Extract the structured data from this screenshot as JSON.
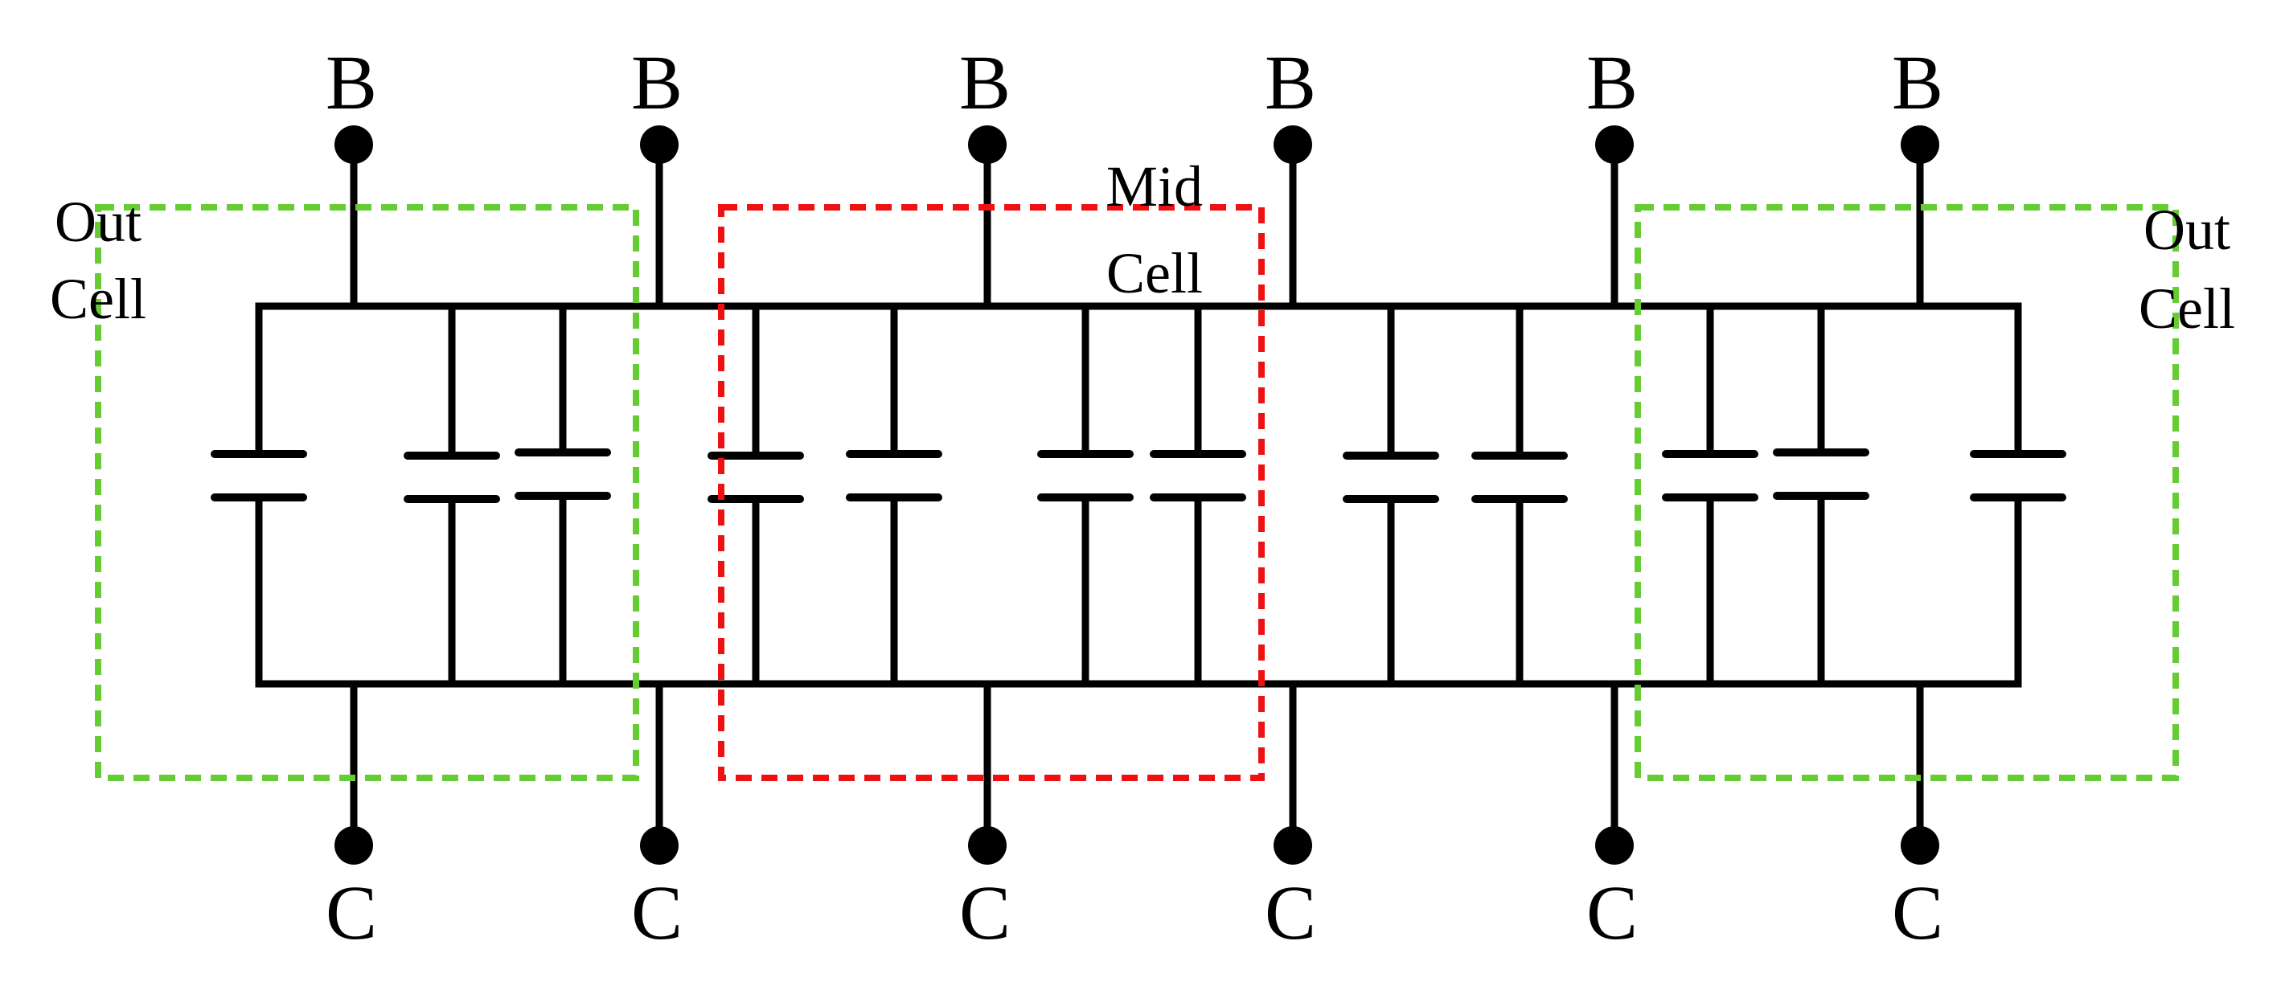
{
  "diagram": {
    "terminal_labels": {
      "top": [
        "B",
        "B",
        "B",
        "B",
        "B",
        "B"
      ],
      "bottom": [
        "C",
        "C",
        "C",
        "C",
        "C",
        "C"
      ]
    },
    "cells": [
      {
        "id": "out-left",
        "label_lines": [
          "Out",
          "Cell"
        ],
        "color": "#66cc33"
      },
      {
        "id": "mid",
        "label_lines": [
          "Mid",
          "Cell"
        ],
        "color": "#ee1111"
      },
      {
        "id": "out-right",
        "label_lines": [
          "Out",
          "Cell"
        ],
        "color": "#66cc33"
      }
    ],
    "colors": {
      "wire": "#000000",
      "background": "#ffffff"
    }
  }
}
